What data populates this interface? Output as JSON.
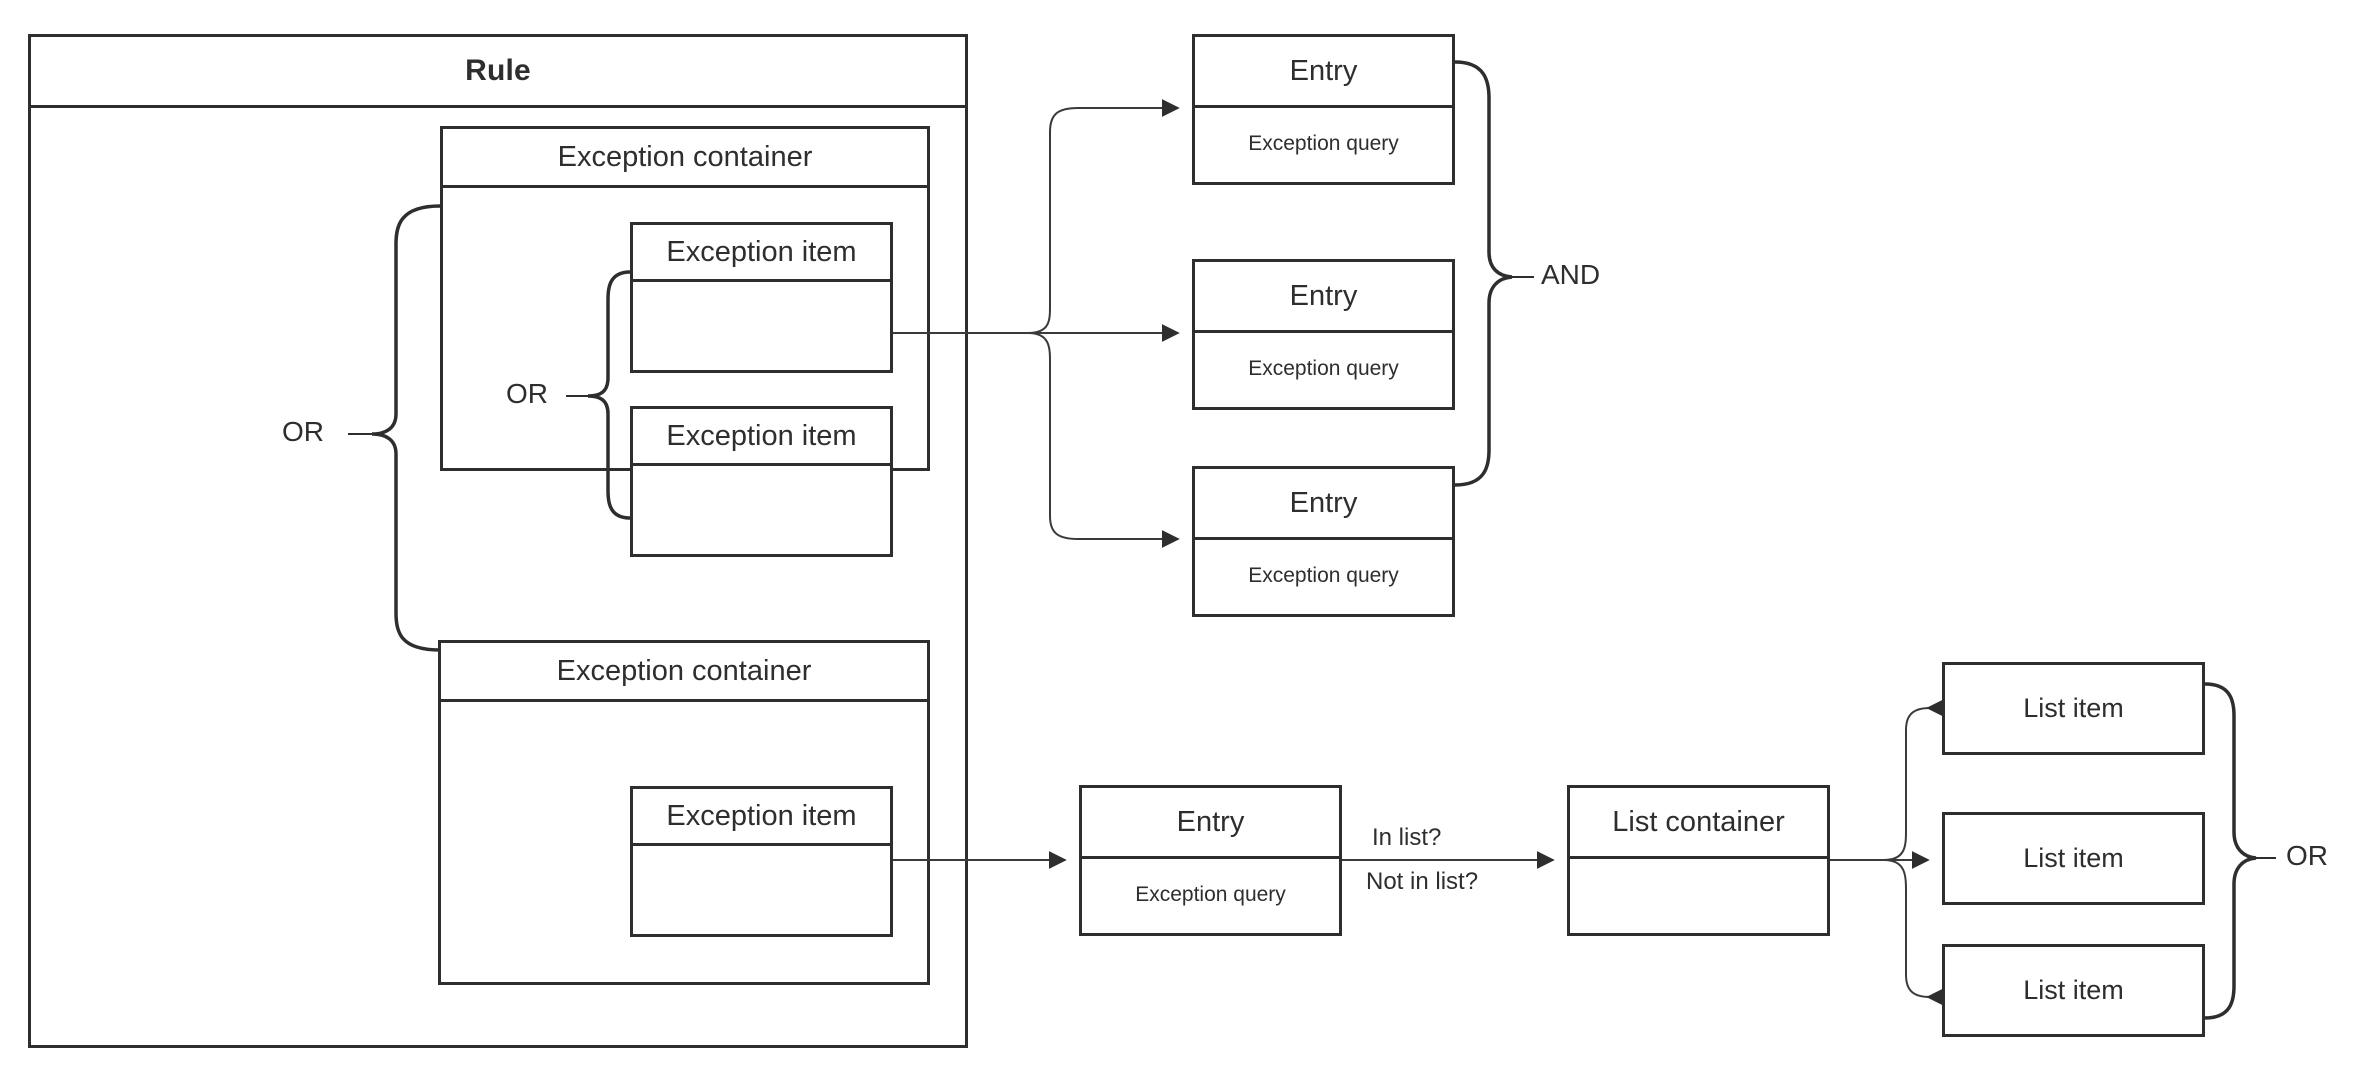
{
  "diagram": {
    "title": "Rule",
    "rule": {
      "label": "Rule"
    },
    "exception_containers": [
      {
        "label": "Exception container",
        "items": [
          {
            "label": "Exception item"
          },
          {
            "label": "Exception item"
          }
        ],
        "operator": "OR"
      },
      {
        "label": "Exception container",
        "items": [
          {
            "label": "Exception item"
          }
        ]
      }
    ],
    "outer_operator": "OR",
    "entries_and": {
      "operator": "AND",
      "entries": [
        {
          "title": "Entry",
          "subtitle": "Exception query"
        },
        {
          "title": "Entry",
          "subtitle": "Exception query"
        },
        {
          "title": "Entry",
          "subtitle": "Exception query"
        }
      ]
    },
    "list_flow": {
      "entry": {
        "title": "Entry",
        "subtitle": "Exception query"
      },
      "edge_labels": {
        "top": "In list?",
        "bottom": "Not in list?"
      },
      "list_container": {
        "label": "List container"
      },
      "list_items": [
        {
          "label": "List item"
        },
        {
          "label": "List item"
        },
        {
          "label": "List item"
        }
      ],
      "operator": "OR"
    },
    "colors": {
      "stroke": "#2e2e2e",
      "fill": "#ffffff",
      "thin_stroke": "#3a3a3a"
    }
  }
}
